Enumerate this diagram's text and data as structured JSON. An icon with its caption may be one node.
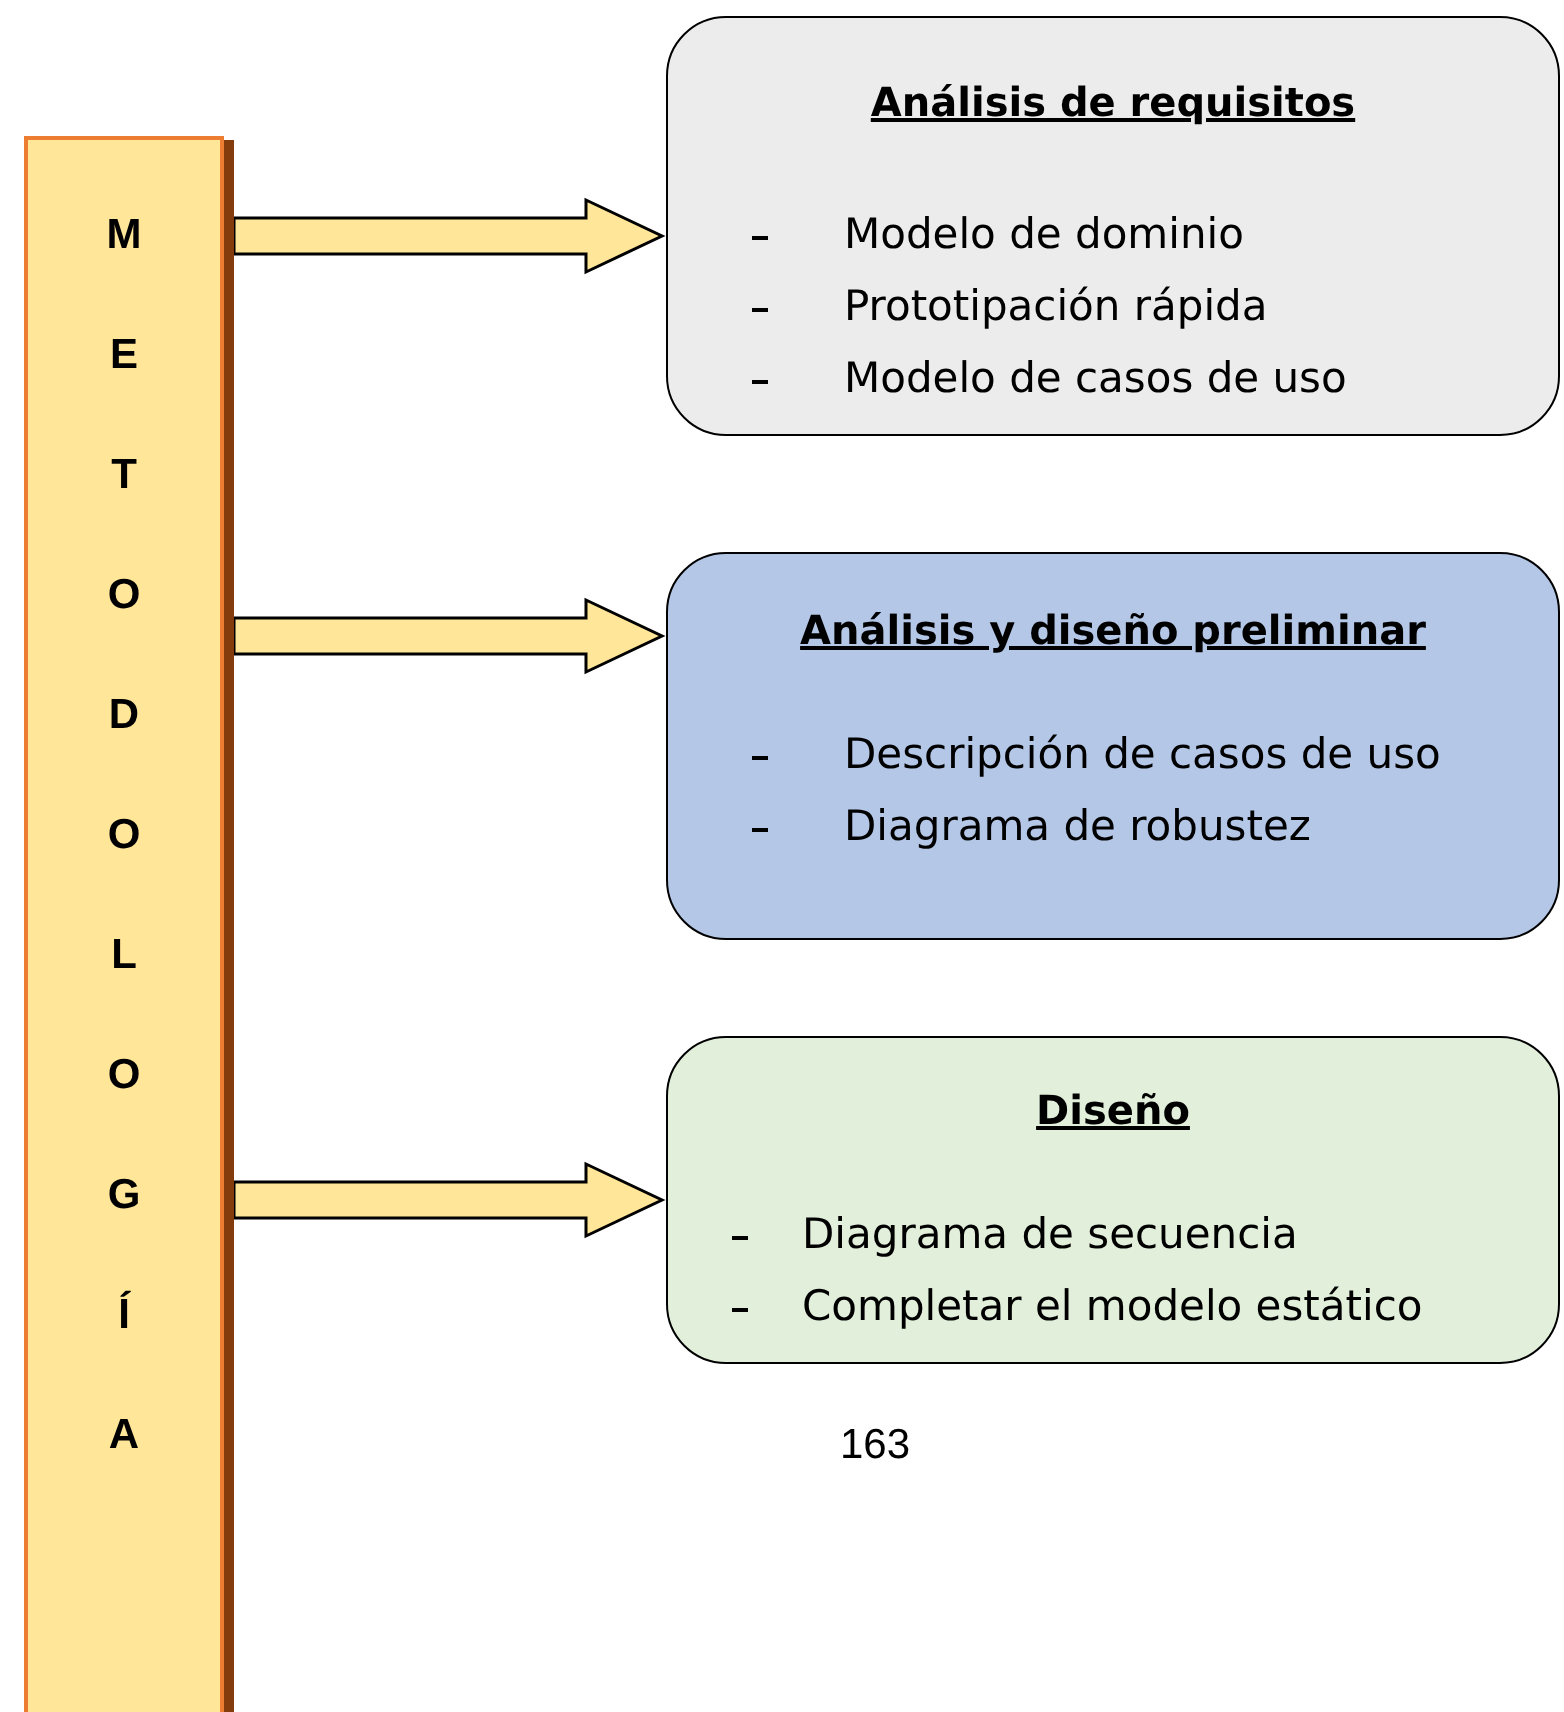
{
  "diagram": {
    "nodes": [
      {
        "text": [
          "METODOLOGÍA"
        ]
      },
      {
        "text": [
          "Análisis de requisitos",
          "Modelo de dominio",
          "Prototipación rápida",
          "Modelo de casos de uso"
        ]
      },
      {
        "text": [
          "Análisis y diseño preliminar",
          "Descripción de casos de uso",
          "Diagrama de robustez"
        ]
      },
      {
        "text": [
          "Diseño",
          "Diagrama de secuencia",
          "Completar el modelo estático"
        ]
      }
    ],
    "edges": [
      {
        "from": 0,
        "to": 1,
        "arrow": "to"
      },
      {
        "from": 0,
        "to": 2,
        "arrow": "to"
      },
      {
        "from": 0,
        "to": 3,
        "arrow": "to"
      }
    ],
    "labels": [
      "163"
    ]
  }
}
